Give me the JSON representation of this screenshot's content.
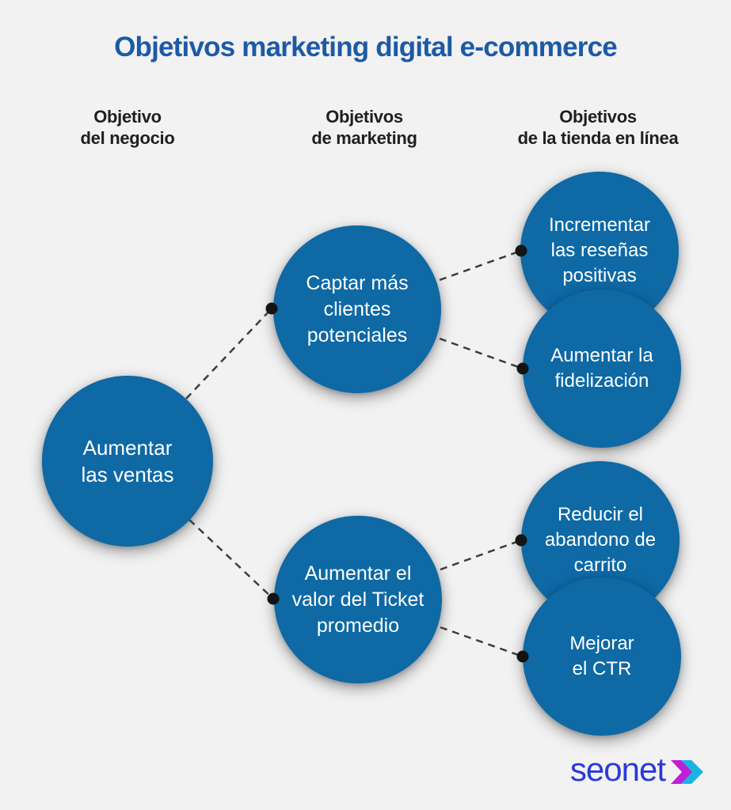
{
  "title": "Objetivos marketing digital e-commerce",
  "columns": [
    {
      "id": "business",
      "label": "Objetivo\ndel negocio"
    },
    {
      "id": "marketing",
      "label": "Objetivos\nde marketing"
    },
    {
      "id": "store",
      "label": "Objetivos\nde la tienda en línea"
    }
  ],
  "nodes": {
    "business": {
      "label": "Aumentar\nlas ventas"
    },
    "marketing": [
      {
        "label": "Captar más\nclientes\npotenciales"
      },
      {
        "label": "Aumentar el\nvalor del Ticket\npromedio"
      }
    ],
    "store": [
      {
        "label": "Incrementar\nlas reseñas\npositivas"
      },
      {
        "label": "Aumentar la\nfidelización"
      },
      {
        "label": "Reducir el\nabandono de\ncarrito"
      },
      {
        "label": "Mejorar\nel CTR"
      }
    ]
  },
  "connections": [
    {
      "from": "Aumentar las ventas",
      "to": "Captar más clientes potenciales"
    },
    {
      "from": "Aumentar las ventas",
      "to": "Aumentar el valor del Ticket promedio"
    },
    {
      "from": "Captar más clientes potenciales",
      "to": "Incrementar las reseñas positivas"
    },
    {
      "from": "Captar más clientes potenciales",
      "to": "Aumentar la fidelización"
    },
    {
      "from": "Aumentar el valor del Ticket promedio",
      "to": "Reducir el abandono de carrito"
    },
    {
      "from": "Aumentar el valor del Ticket promedio",
      "to": "Mejorar el CTR"
    }
  ],
  "logo": {
    "text": "seonet",
    "icons": [
      "chevron-magenta",
      "chevron-cyan"
    ]
  },
  "colors": {
    "background": "#f2f2f2",
    "title": "#1c5aa6",
    "node_fill": "#0e69a5",
    "node_text": "#ffffff",
    "header_text": "#1f1f1f",
    "connector": "#3d3d3d",
    "dot": "#141414",
    "logo_text": "#2a39db",
    "chevron_magenta": "#bf1fd6",
    "chevron_cyan": "#1ab4e3"
  }
}
